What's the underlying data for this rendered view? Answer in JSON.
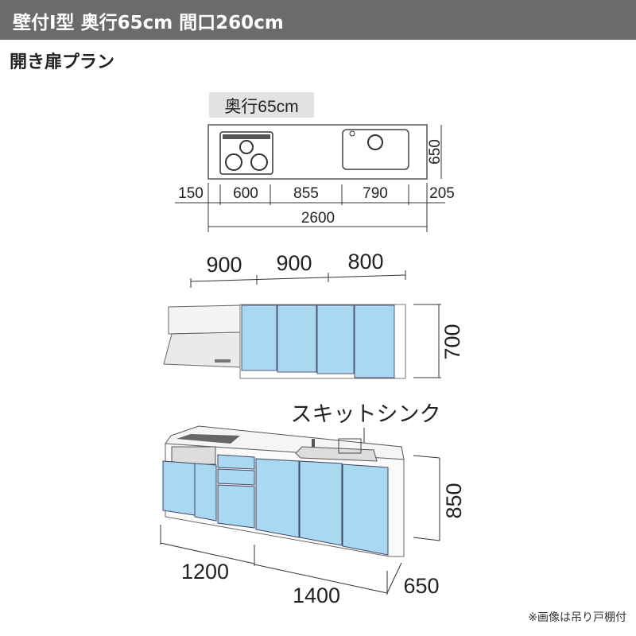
{
  "header": {
    "title": "壁付I型 奥行65cm 間口260cm"
  },
  "subtitle": "開き扉プラン",
  "plan_view": {
    "depth_label": "奥行65cm",
    "depth_dim": "650",
    "segments": [
      "150",
      "600",
      "855",
      "790",
      "205"
    ],
    "total": "2600"
  },
  "wall_cabinets": {
    "widths": [
      "900",
      "900",
      "800"
    ],
    "height": "700"
  },
  "base_cabinets": {
    "sink_label": "スキットシンク",
    "height": "850",
    "widths": [
      "1200",
      "1400"
    ],
    "depth": "650"
  },
  "note": "※画像は吊り戸棚付",
  "colors": {
    "header": "#6b6b6b",
    "door": "#a9d9f0",
    "label_bg": "#e2e2e2"
  }
}
